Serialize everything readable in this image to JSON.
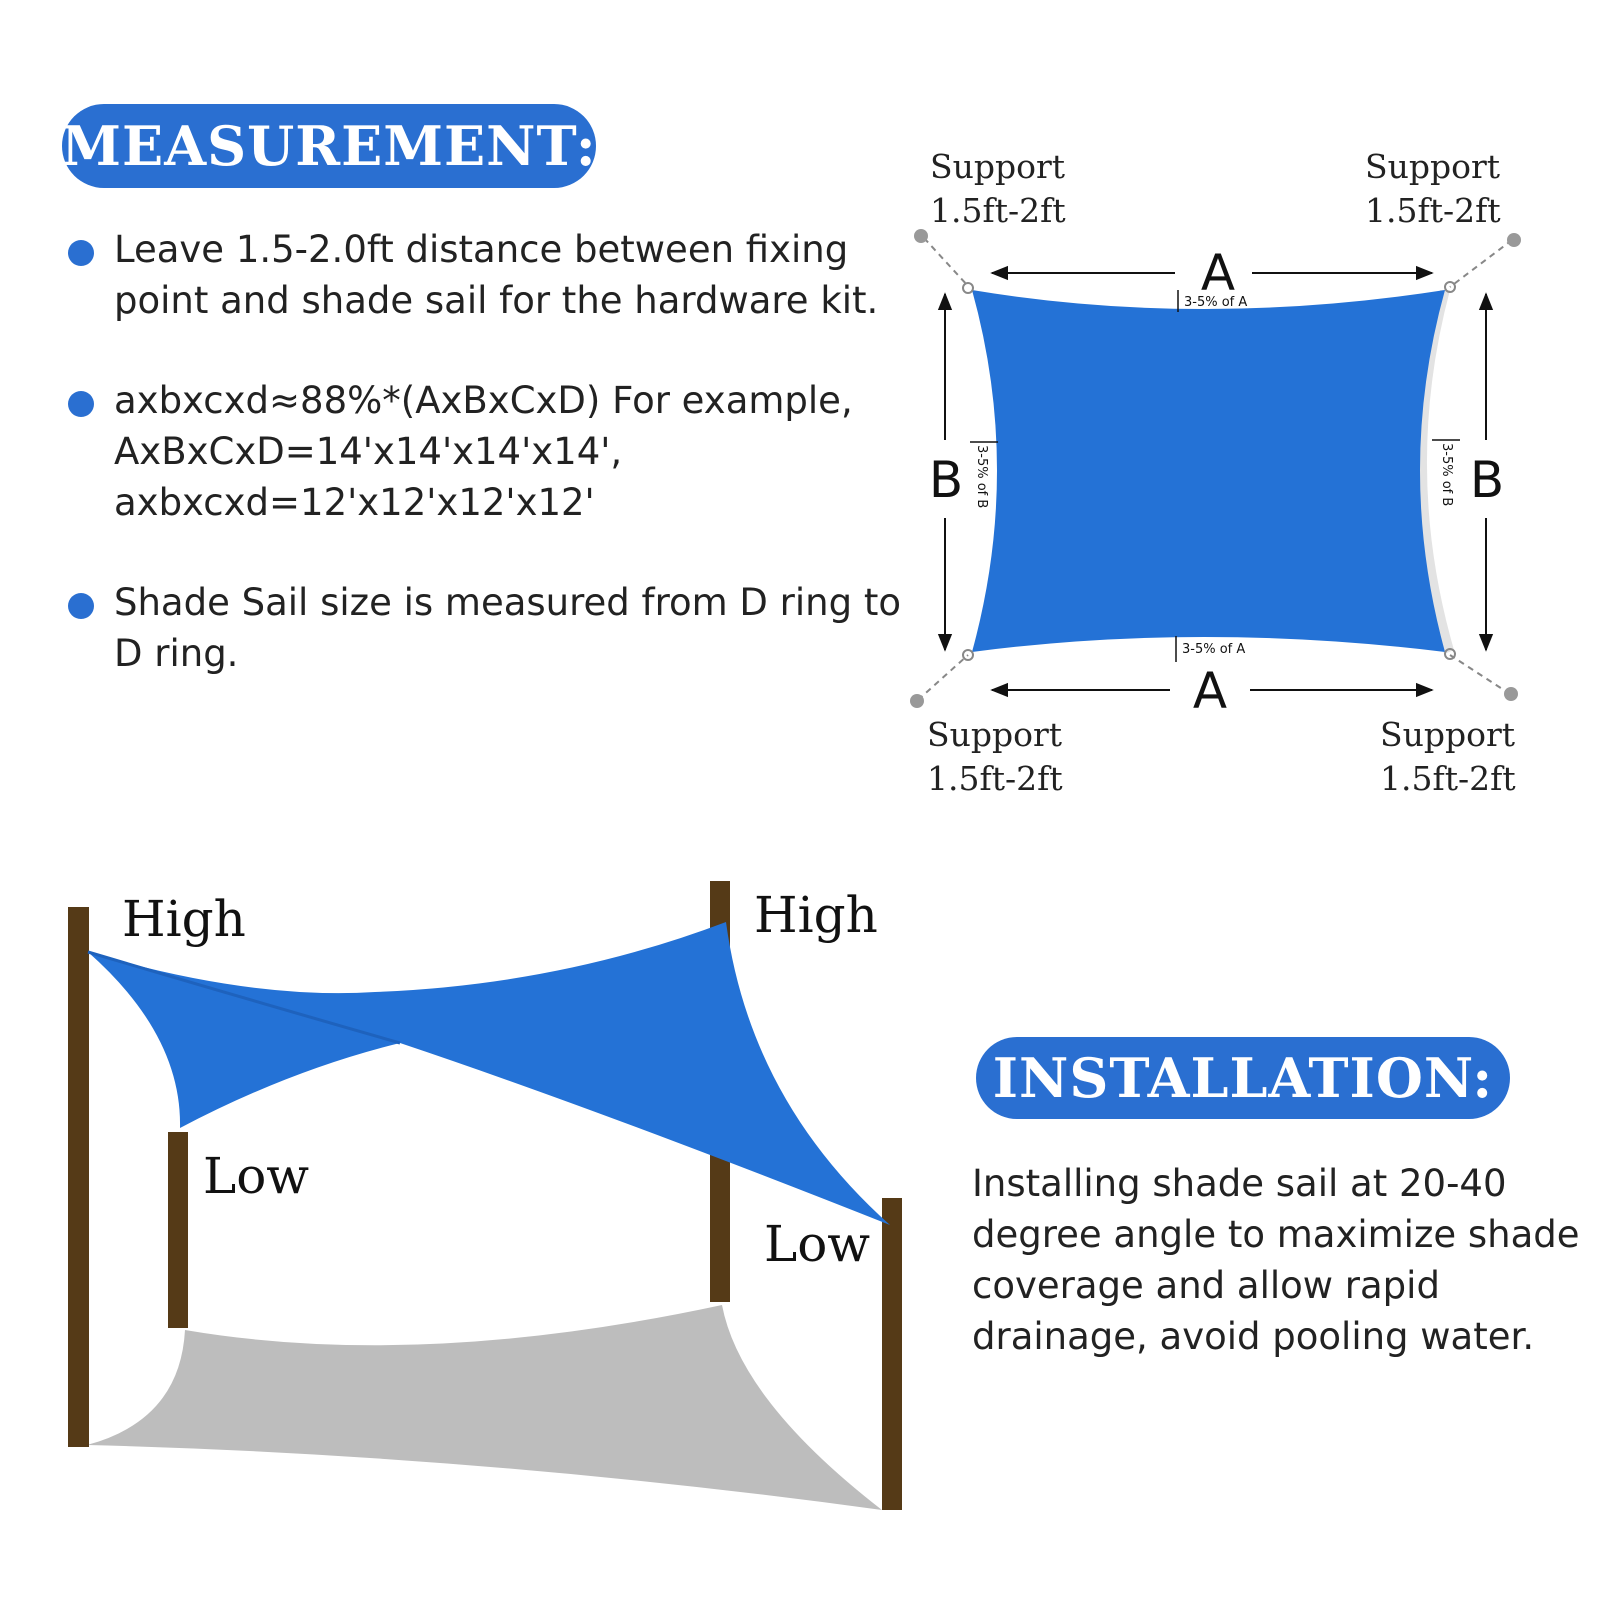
{
  "measurement": {
    "heading": "MEASUREMENT:",
    "bullets": [
      "Leave 1.5-2.0ft distance between fixing point and shade sail for the hardware kit.",
      "axbxcxd≈88%*(AxBxCxD) For example, AxBxCxD=14'x14'x14'x14', axbxcxd=12'x12'x12'x12'",
      "Shade Sail size is measured from D ring to D ring."
    ]
  },
  "sail_diagram": {
    "support_label_line1": "Support",
    "support_label_line2": "1.5ft-2ft",
    "side_a": "A",
    "side_b": "B",
    "sag_a": "3-5% of A",
    "sag_b": "3-5% of B"
  },
  "install_diagram": {
    "high": "High",
    "low": "Low"
  },
  "installation": {
    "heading": "INSTALLATION:",
    "text": "Installing shade sail at 20-40 degree angle to maximize shade coverage and allow rapid drainage, avoid pooling water."
  },
  "colors": {
    "accent_blue": "#2a6fd1",
    "sail_blue": "#2472d6",
    "post_brown": "#553a17",
    "shadow_gray": "#bdbdbd"
  }
}
